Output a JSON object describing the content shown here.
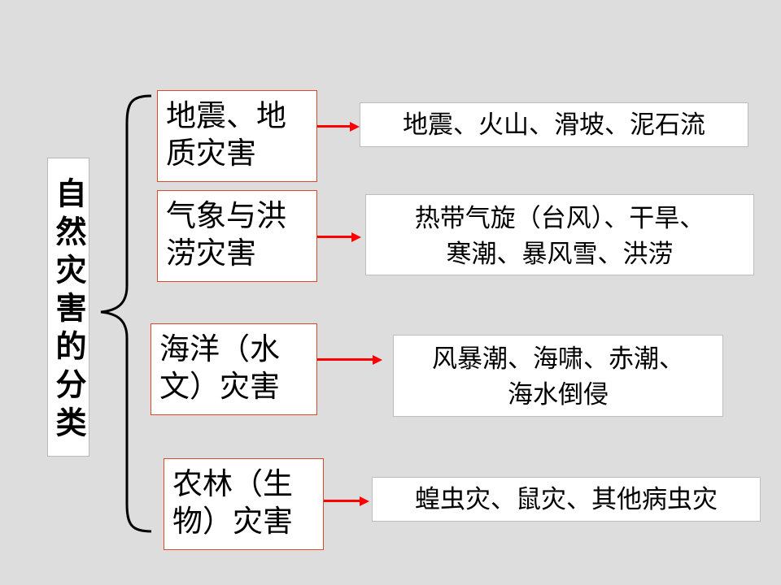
{
  "title": "自然灾害的分类",
  "categories": [
    {
      "label_line1": "地震、地",
      "label_line2": "质灾害",
      "examples_line1": "地震、火山、滑坡、泥石流",
      "examples_line2": ""
    },
    {
      "label_line1": "气象与洪",
      "label_line2": "涝灾害",
      "examples_line1": "热带气旋（台风）、干旱、",
      "examples_line2": "寒潮、暴风雪、洪涝"
    },
    {
      "label_line1": "海洋（水",
      "label_line2": "文）灾害",
      "examples_line1": "风暴潮、海啸、赤潮、",
      "examples_line2": "海水倒侵"
    },
    {
      "label_line1": "农林（生",
      "label_line2": "物）灾害",
      "examples_line1": "蝗虫灾、鼠灾、其他病虫灾",
      "examples_line2": ""
    }
  ],
  "colors": {
    "background": "#dddddd",
    "arrow": "#ff0000",
    "category_border": "#d94a2a",
    "brace": "#000000"
  }
}
